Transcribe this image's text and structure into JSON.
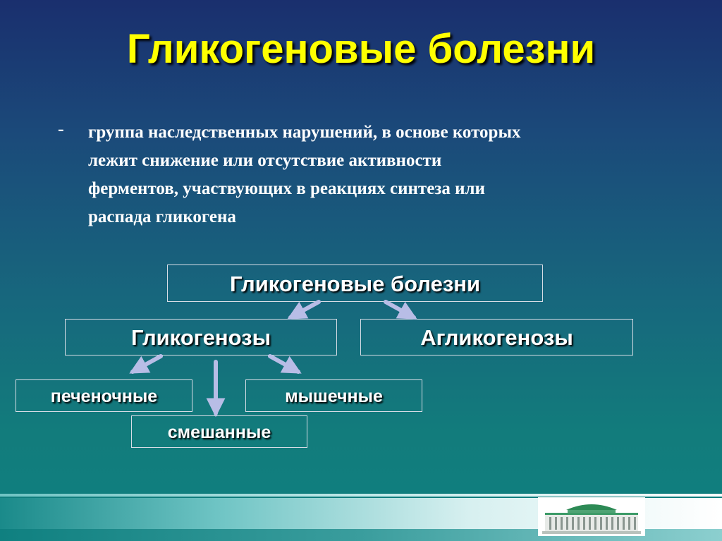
{
  "slide": {
    "title": "Гликогеновые болезни",
    "definition": {
      "bullet": "-",
      "lines": [
        "группа наследственных нарушений, в основе которых",
        "лежит снижение или отсутствие активности",
        "ферментов, участвующих в реакциях синтеза или",
        "распада гликогена"
      ]
    }
  },
  "diagram": {
    "root": "Гликогеновые болезни",
    "glycogenoses": "Гликогенозы",
    "aglycogenoses": "Агликогенозы",
    "liver": "печеночные",
    "muscle": "мышечные",
    "mixed": "смешанные"
  },
  "colors": {
    "title": "#ffff00",
    "text": "#ffffff",
    "arrow": "#b8bde6",
    "box_border": "#d8dde6"
  },
  "icons": {
    "logo": "building-logo"
  }
}
